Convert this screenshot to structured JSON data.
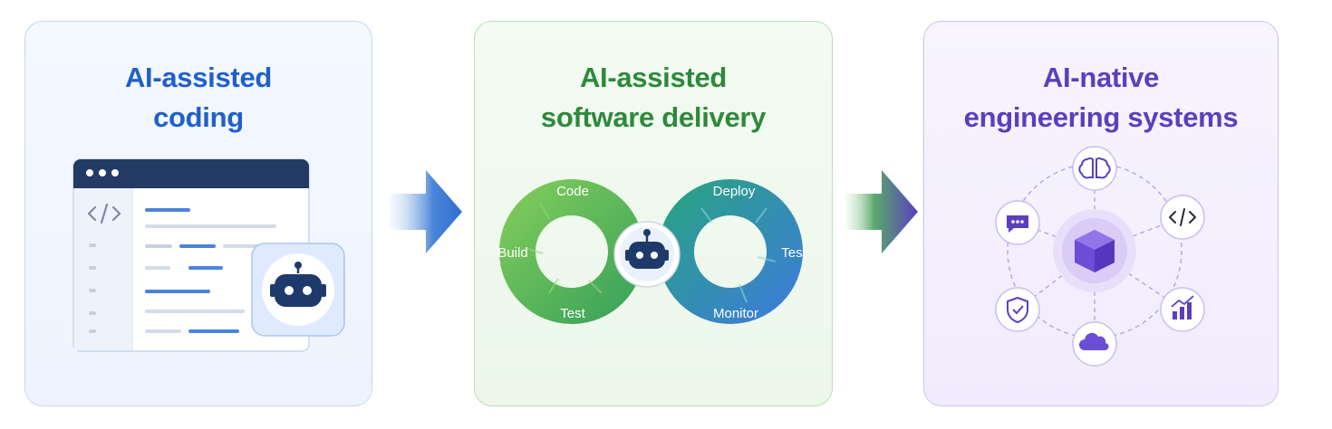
{
  "panels": [
    {
      "title_lines": [
        "AI-assisted",
        "coding"
      ],
      "icons": [
        "browser-window",
        "code-icon",
        "robot-icon"
      ],
      "accent": "#2060c8"
    },
    {
      "title_lines": [
        "AI-assisted",
        "software delivery"
      ],
      "cycle_steps": [
        "Code",
        "Deploy",
        "Build",
        "Test",
        "Test",
        "Monitor"
      ],
      "icons": [
        "robot-icon"
      ],
      "accent": "#2d8a3b"
    },
    {
      "title_lines": [
        "AI-native",
        "engineering systems"
      ],
      "icons": [
        "cube-icon",
        "brain-icon",
        "code-icon",
        "chart-icon",
        "cloud-icon",
        "shield-icon",
        "chat-icon"
      ],
      "accent": "#5b3fbe"
    }
  ],
  "arrows": [
    {
      "from": "#e3edfa",
      "to": "#2f6fd0"
    },
    {
      "from": "#e4f3e3",
      "to": "#5a3fc0"
    }
  ]
}
